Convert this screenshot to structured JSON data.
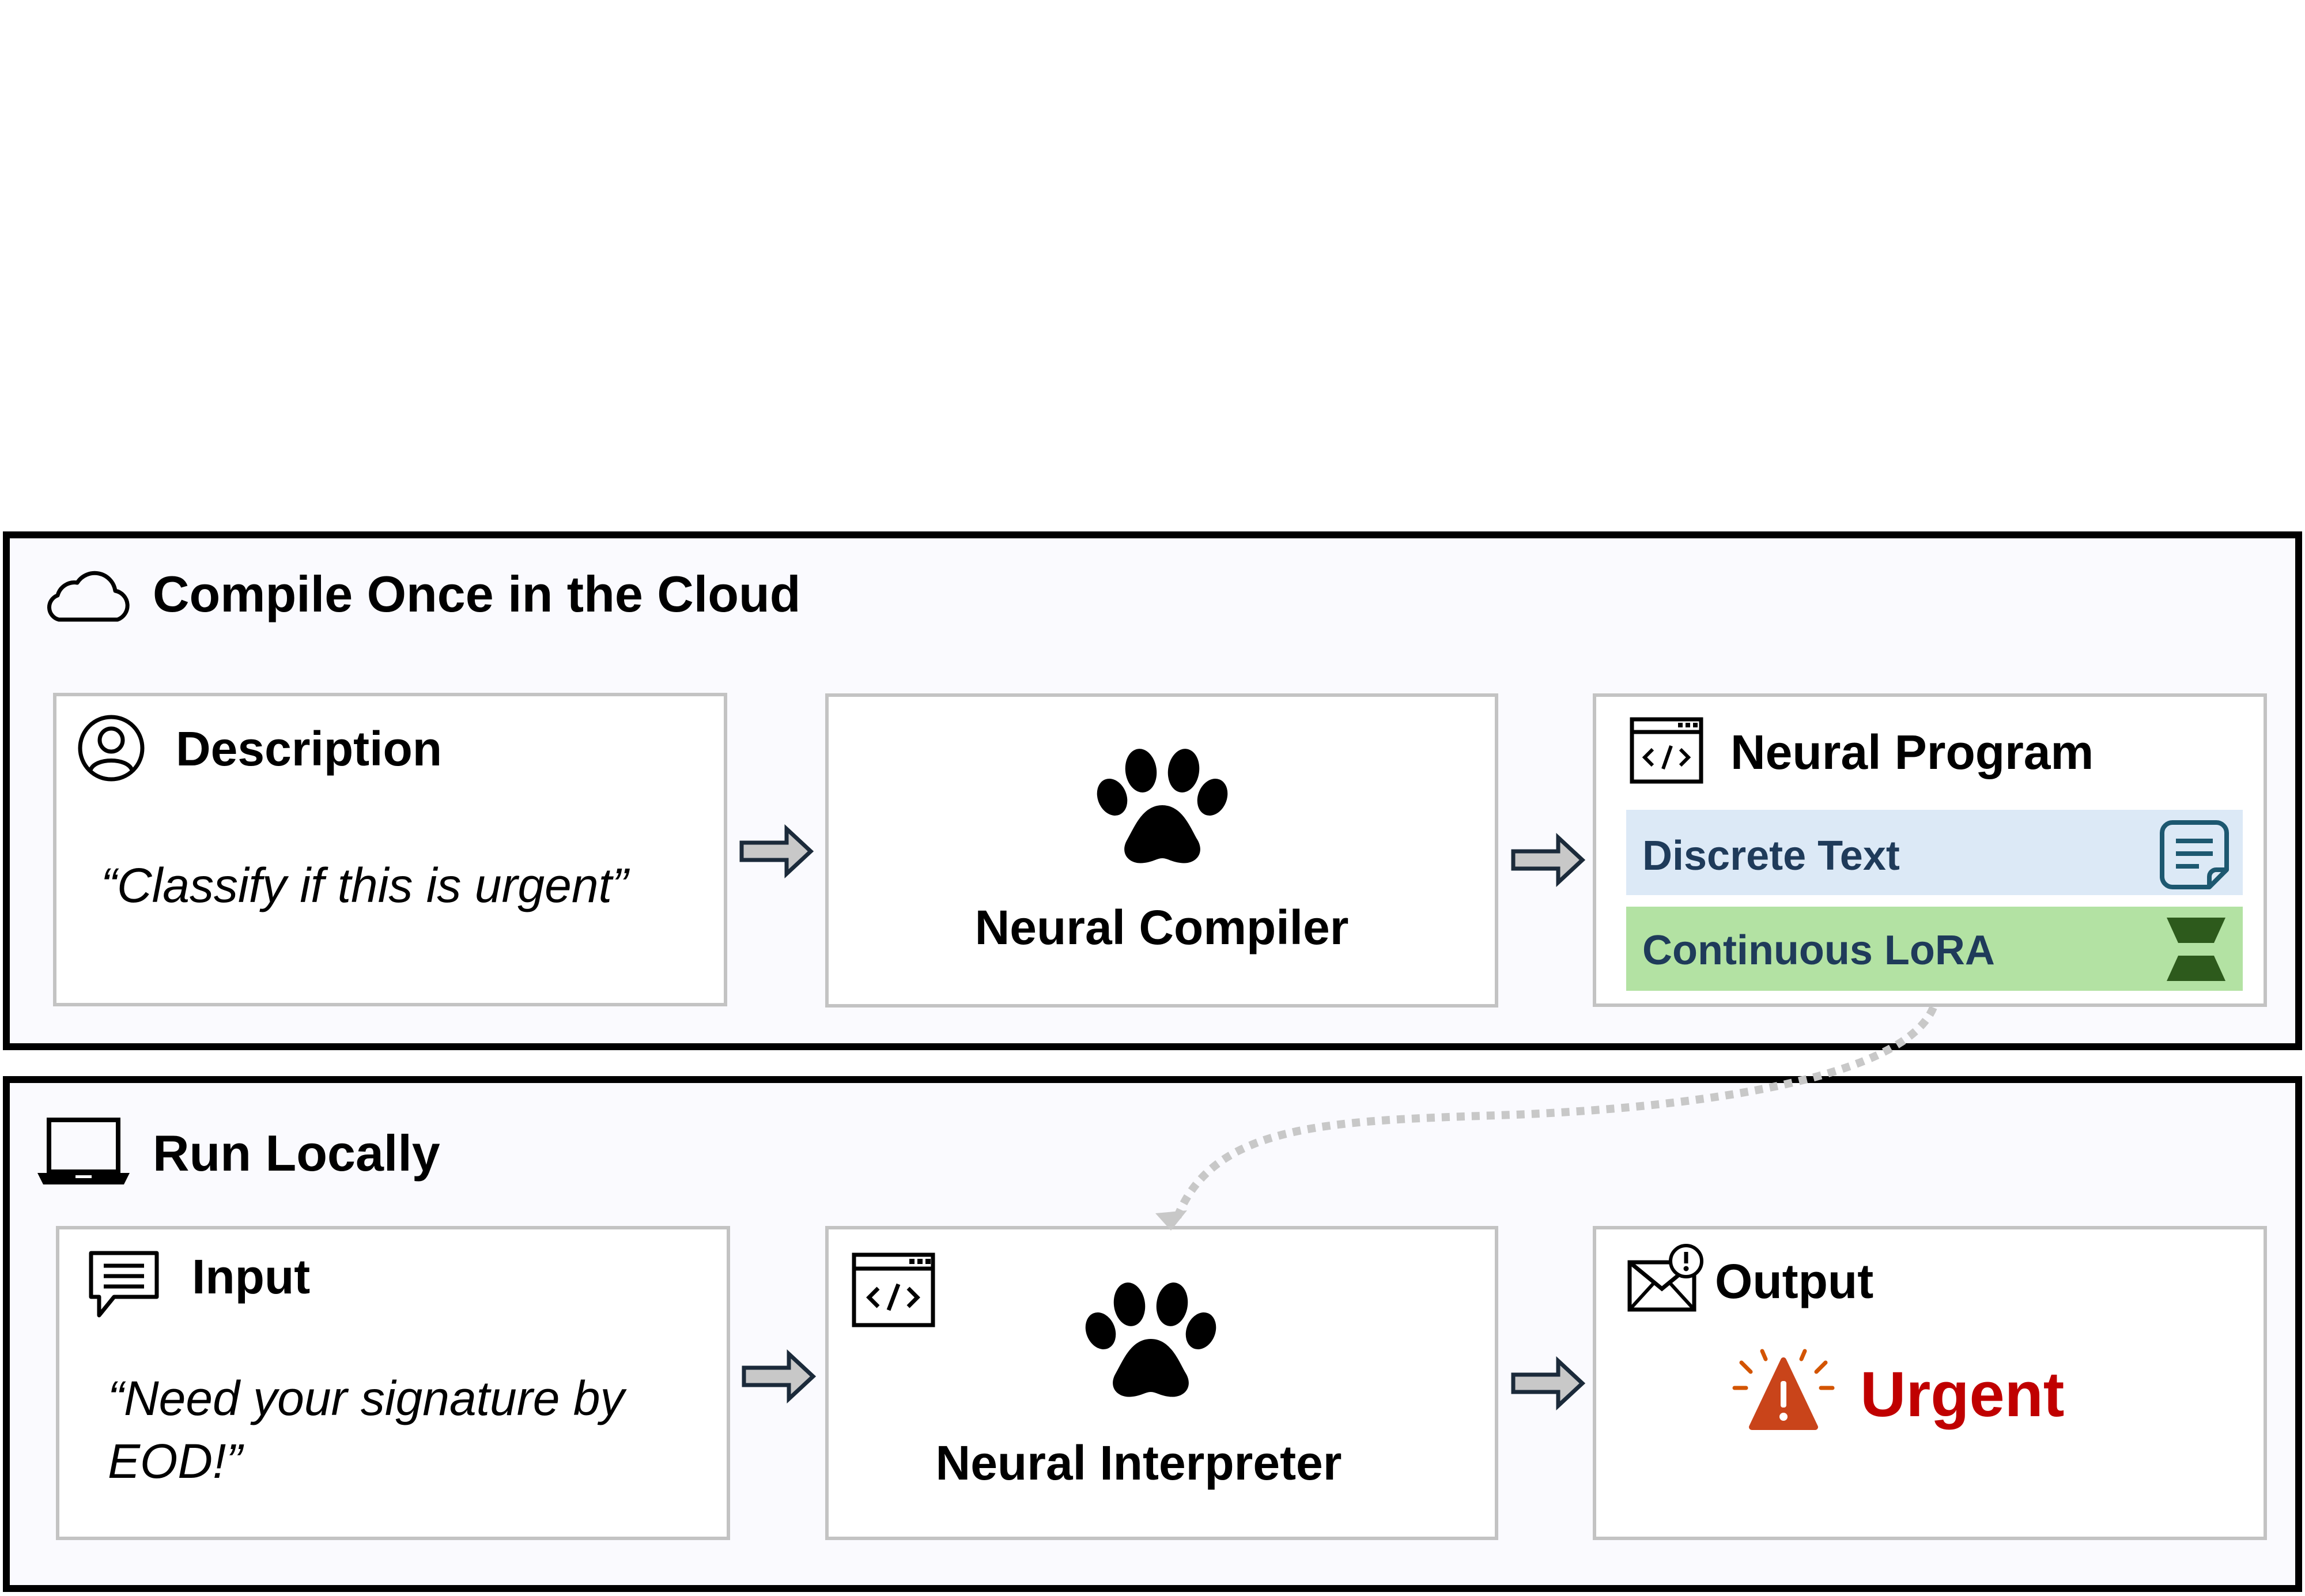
{
  "cloud_panel": {
    "title": "Compile Once in the Cloud",
    "icon": "cloud-icon",
    "description_box": {
      "title": "Description",
      "icon": "user-circle-icon",
      "quote": "“Classify if this is urgent”"
    },
    "compiler_box": {
      "label": "Neural Compiler",
      "icon": "paw-icon"
    },
    "program_box": {
      "title": "Neural Program",
      "icon": "code-window-icon",
      "bands": [
        {
          "label": "Discrete Text",
          "icon": "document-icon",
          "color": "#dce9f6"
        },
        {
          "label": "Continuous LoRA",
          "icon": "hourglass-icon",
          "color": "#b3e2a3"
        }
      ]
    }
  },
  "local_panel": {
    "title": "Run Locally",
    "icon": "laptop-icon",
    "input_box": {
      "title": "Input",
      "icon": "chat-bubble-icon",
      "quote": "“Need your signature by EOD!”"
    },
    "interpreter_box": {
      "label": "Neural Interpreter",
      "icons": [
        "code-window-icon",
        "paw-icon"
      ]
    },
    "output_box": {
      "title": "Output",
      "icon": "email-alert-icon",
      "result": "Urgent",
      "result_icon": "warning-icon",
      "result_color": "#c00000"
    }
  },
  "colors": {
    "panel_border": "#000000",
    "box_border": "#c3c3c3",
    "arrow_fill": "#c8c8c8",
    "arrow_stroke": "#1b2a3a",
    "dashed_connector": "#c8c8c8"
  }
}
